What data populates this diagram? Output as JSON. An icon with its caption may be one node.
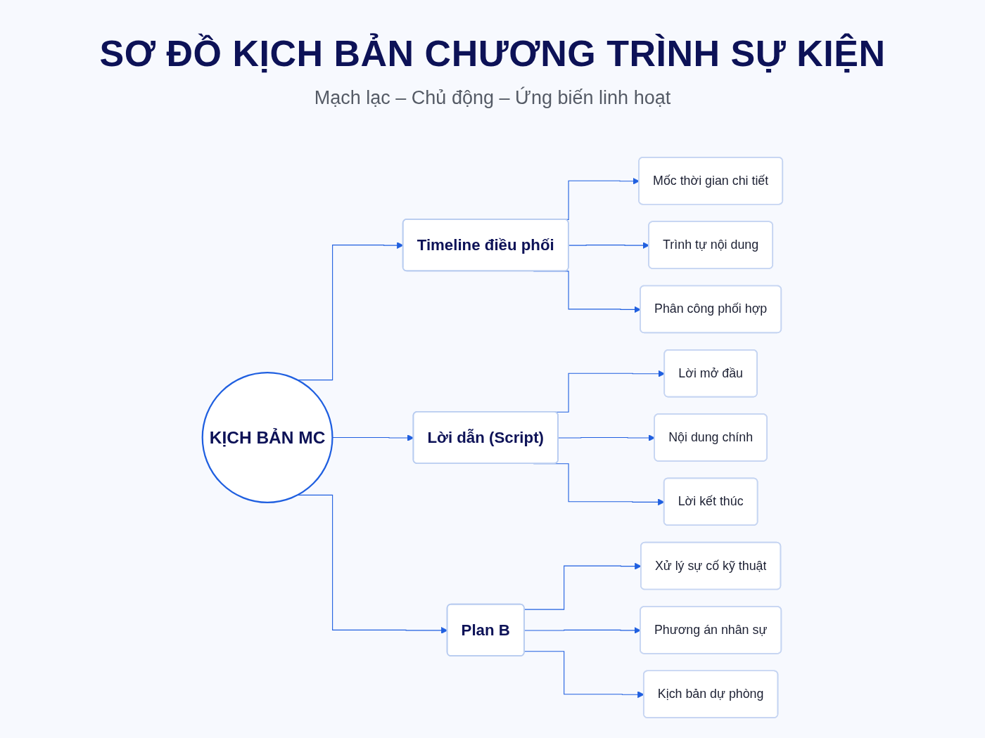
{
  "diagram": {
    "title": "SƠ ĐỒ KỊCH BẢN CHƯƠNG TRÌNH SỰ KIỆN",
    "nodes": [
      {
        "text": [
          "KỊCH BẢN MC"
        ]
      },
      {
        "text": [
          "Timeline điều phối"
        ]
      },
      {
        "text": [
          "Mốc thời gian chi tiết"
        ]
      },
      {
        "text": [
          "Trình tự nội dung"
        ]
      },
      {
        "text": [
          "Phân công phối hợp"
        ]
      },
      {
        "text": [
          "Lời dẫn (Script)"
        ]
      },
      {
        "text": [
          "Lời mở đầu"
        ]
      },
      {
        "text": [
          "Nội dung chính"
        ]
      },
      {
        "text": [
          "Lời kết thúc"
        ]
      },
      {
        "text": [
          "Plan B"
        ]
      },
      {
        "text": [
          "Xử lý sự cố kỹ thuật"
        ]
      },
      {
        "text": [
          "Phương án nhân sự"
        ]
      },
      {
        "text": [
          "Kịch bản dự phòng"
        ]
      }
    ],
    "edges": [
      {
        "from": 0,
        "to": 1,
        "arrow": "to"
      },
      {
        "from": 1,
        "to": 2,
        "arrow": "to"
      },
      {
        "from": 1,
        "to": 3,
        "arrow": "to"
      },
      {
        "from": 1,
        "to": 4,
        "arrow": "to"
      },
      {
        "from": 0,
        "to": 5,
        "arrow": "to"
      },
      {
        "from": 5,
        "to": 6,
        "arrow": "to"
      },
      {
        "from": 5,
        "to": 7,
        "arrow": "to"
      },
      {
        "from": 5,
        "to": 8,
        "arrow": "to"
      },
      {
        "from": 0,
        "to": 9,
        "arrow": "to"
      },
      {
        "from": 9,
        "to": 10,
        "arrow": "to"
      },
      {
        "from": 9,
        "to": 11,
        "arrow": "to"
      },
      {
        "from": 9,
        "to": 12,
        "arrow": "to"
      }
    ],
    "labels": [
      "Mạch lạc – Chủ động – Ứng biến linh hoạt"
    ]
  }
}
